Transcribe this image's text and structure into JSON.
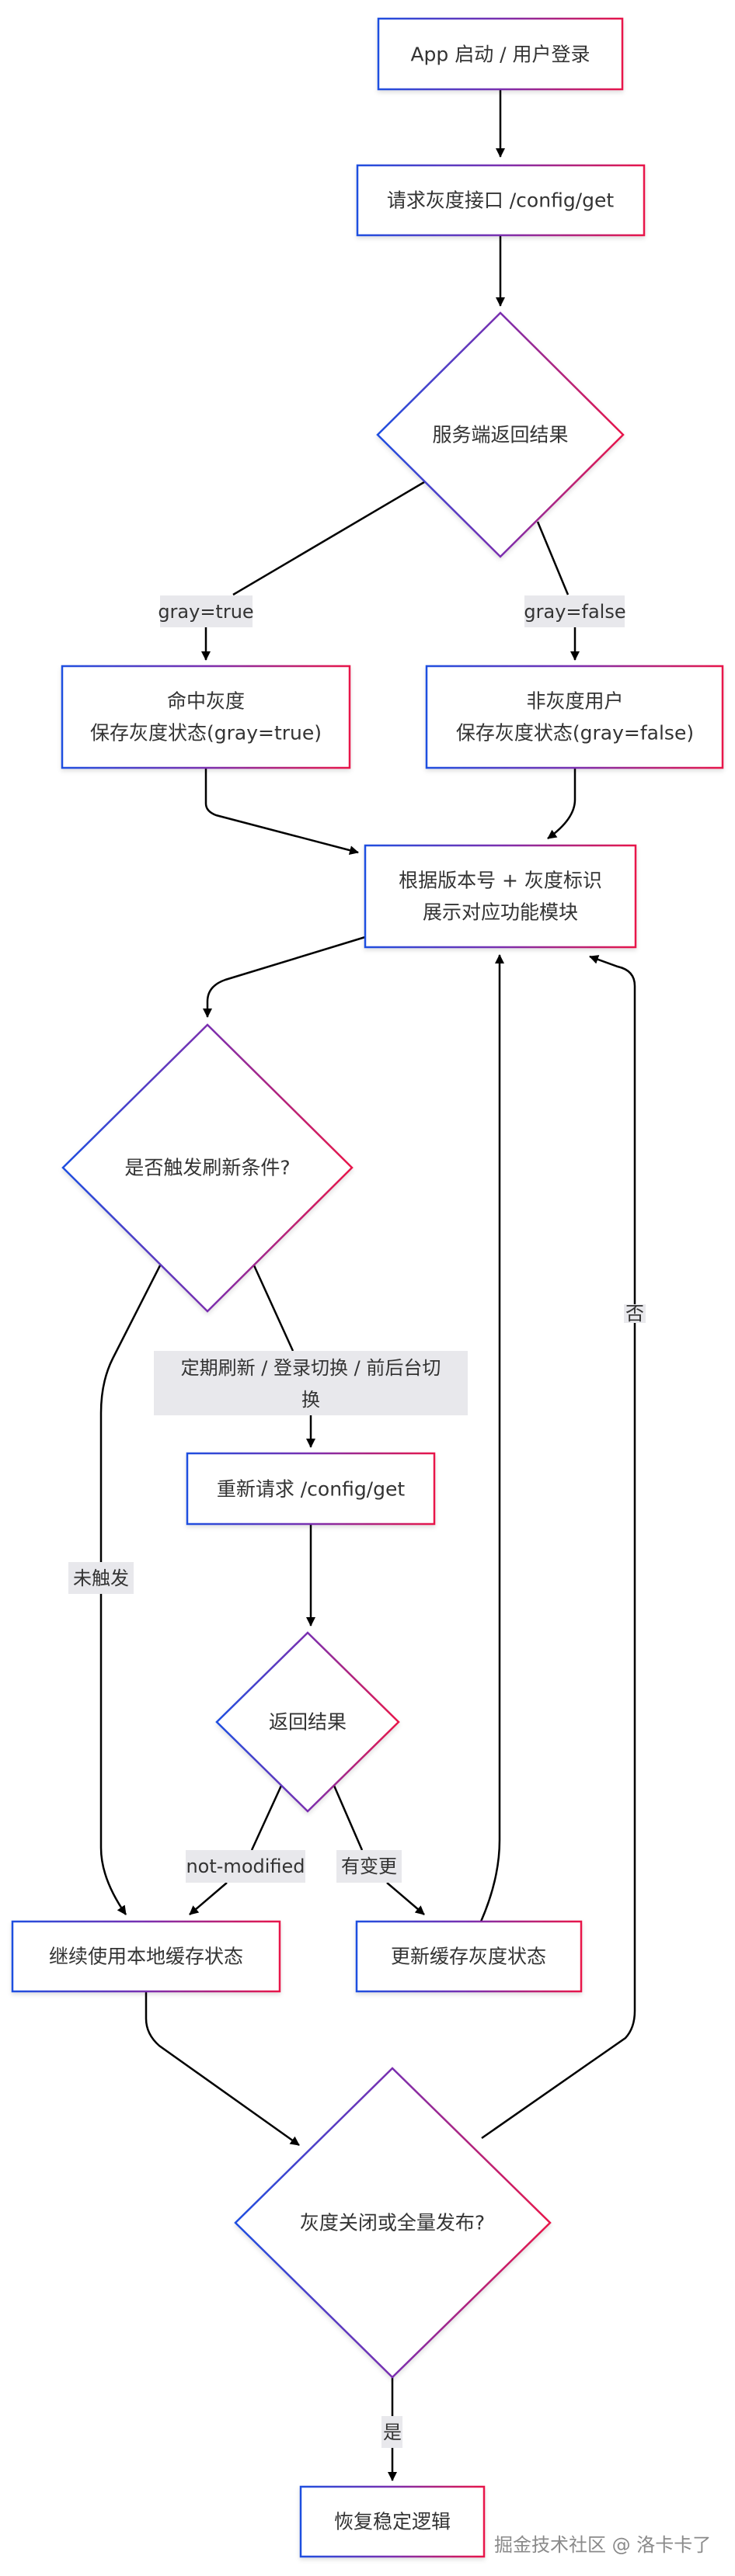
{
  "diagram": {
    "type": "flowchart",
    "colors": {
      "border_gradient_start": "#1f4fe0",
      "border_gradient_mid": "#7a2fb0",
      "border_gradient_end": "#e8174a",
      "edge": "#000000",
      "edge_label_bg": "#e8e8ec",
      "text": "#333333"
    },
    "nodes": {
      "start": {
        "shape": "rect",
        "lines": [
          "App 启动 / 用户登录"
        ]
      },
      "request": {
        "shape": "rect",
        "lines": [
          "请求灰度接口 /config/get"
        ]
      },
      "server_result": {
        "shape": "diamond",
        "lines": [
          "服务端返回结果"
        ]
      },
      "hit_gray": {
        "shape": "rect",
        "lines": [
          "命中灰度",
          "保存灰度状态(gray=true)"
        ]
      },
      "non_gray": {
        "shape": "rect",
        "lines": [
          "非灰度用户",
          "保存灰度状态(gray=false)"
        ]
      },
      "show_modules": {
        "shape": "rect",
        "lines": [
          "根据版本号 + 灰度标识",
          "展示对应功能模块"
        ]
      },
      "refresh_check": {
        "shape": "diamond",
        "lines": [
          "是否触发刷新条件?"
        ]
      },
      "re_request": {
        "shape": "rect",
        "lines": [
          "重新请求 /config/get"
        ]
      },
      "return_result": {
        "shape": "diamond",
        "lines": [
          "返回结果"
        ]
      },
      "use_cache": {
        "shape": "rect",
        "lines": [
          "继续使用本地缓存状态"
        ]
      },
      "update_cache": {
        "shape": "rect",
        "lines": [
          "更新缓存灰度状态"
        ]
      },
      "gray_off": {
        "shape": "diamond",
        "lines": [
          "灰度关闭或全量发布?"
        ]
      },
      "restore": {
        "shape": "rect",
        "lines": [
          "恢复稳定逻辑"
        ]
      }
    },
    "edges": [
      {
        "from": "start",
        "to": "request",
        "label": ""
      },
      {
        "from": "request",
        "to": "server_result",
        "label": ""
      },
      {
        "from": "server_result",
        "to": "hit_gray",
        "label": "gray=true"
      },
      {
        "from": "server_result",
        "to": "non_gray",
        "label": "gray=false"
      },
      {
        "from": "hit_gray",
        "to": "show_modules",
        "label": ""
      },
      {
        "from": "non_gray",
        "to": "show_modules",
        "label": ""
      },
      {
        "from": "show_modules",
        "to": "refresh_check",
        "label": ""
      },
      {
        "from": "refresh_check",
        "to": "re_request",
        "label_lines": [
          "定期刷新 / 登录切换 / 前后台切",
          "换"
        ]
      },
      {
        "from": "refresh_check",
        "to": "use_cache",
        "label": "未触发"
      },
      {
        "from": "re_request",
        "to": "return_result",
        "label": ""
      },
      {
        "from": "return_result",
        "to": "use_cache",
        "label": "not-modified"
      },
      {
        "from": "return_result",
        "to": "update_cache",
        "label": "有变更"
      },
      {
        "from": "update_cache",
        "to": "show_modules",
        "label": ""
      },
      {
        "from": "use_cache",
        "to": "gray_off",
        "label": ""
      },
      {
        "from": "gray_off",
        "to": "show_modules",
        "label": "否"
      },
      {
        "from": "gray_off",
        "to": "restore",
        "label": "是"
      }
    ]
  },
  "watermark": "掘金技术社区 @ 洛卡卡了"
}
